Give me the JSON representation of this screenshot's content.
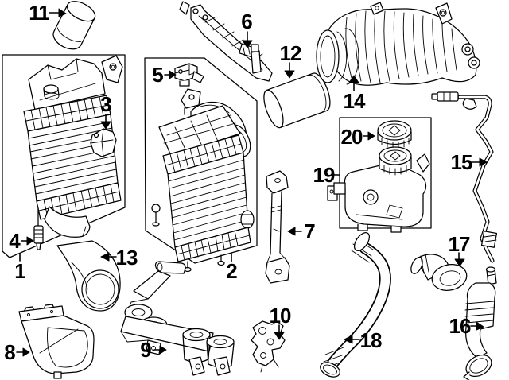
{
  "diagram": {
    "type": "exploded-parts-diagram",
    "background_color": "#ffffff",
    "line_color": "#000000",
    "label_color": "#000000"
  },
  "parts": [
    {
      "num": "1"
    },
    {
      "num": "2"
    },
    {
      "num": "3"
    },
    {
      "num": "4"
    },
    {
      "num": "5"
    },
    {
      "num": "6"
    },
    {
      "num": "7"
    },
    {
      "num": "8"
    },
    {
      "num": "9"
    },
    {
      "num": "10"
    },
    {
      "num": "11"
    },
    {
      "num": "12"
    },
    {
      "num": "13"
    },
    {
      "num": "14"
    },
    {
      "num": "15"
    },
    {
      "num": "16"
    },
    {
      "num": "17"
    },
    {
      "num": "18"
    },
    {
      "num": "19"
    },
    {
      "num": "20"
    }
  ]
}
